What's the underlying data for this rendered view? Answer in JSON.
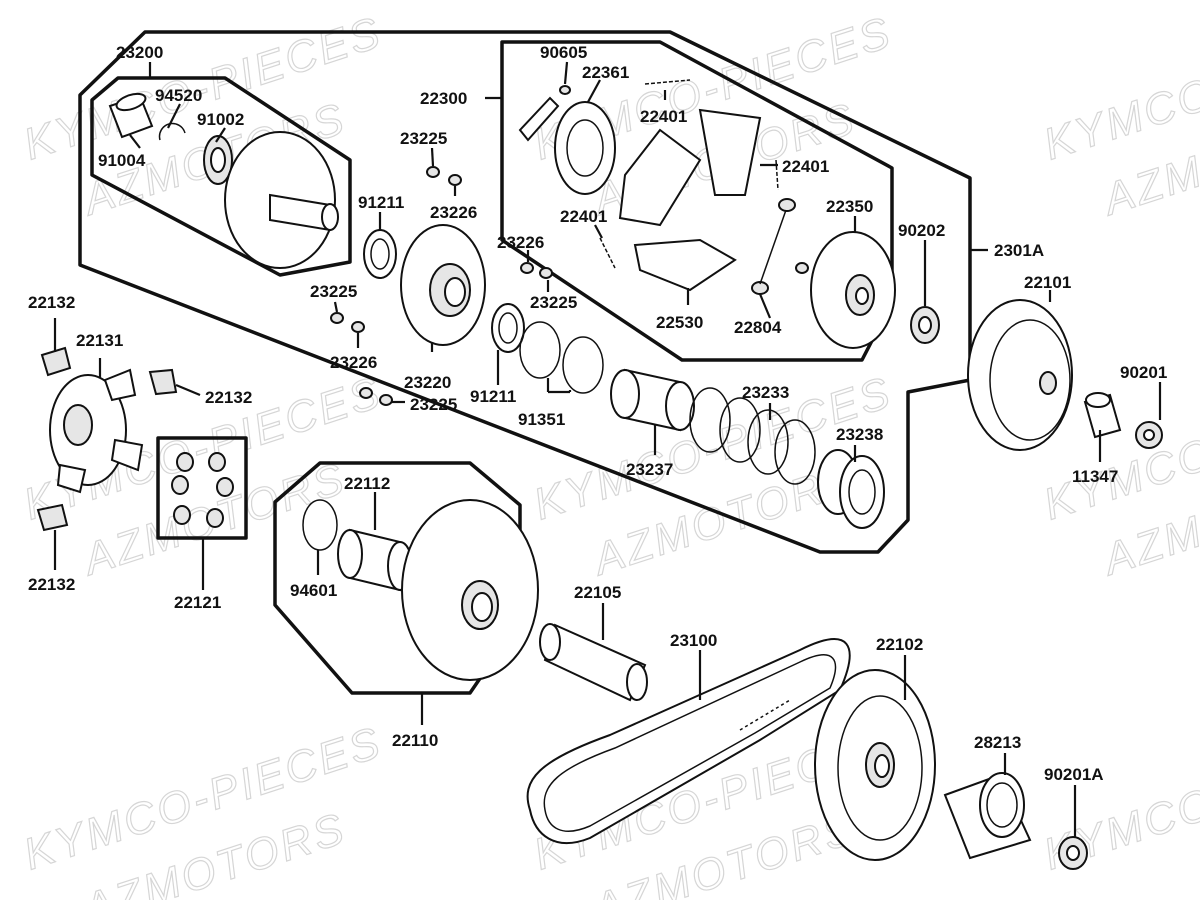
{
  "watermark": {
    "line1": "KYMCO-PIECES",
    "line2": "AZMOTORS"
  },
  "labels": {
    "p23200": "23200",
    "p94520": "94520",
    "p91002": "91002",
    "p91004": "91004",
    "p23225_a": "23225",
    "p23226_a": "23226",
    "p91211_a": "91211",
    "p22300": "22300",
    "p90605": "90605",
    "p22361": "22361",
    "p22401_a": "22401",
    "p22401_b": "22401",
    "p22401_c": "22401",
    "p22350": "22350",
    "p90202": "90202",
    "p2301A": "2301A",
    "p22101": "22101",
    "p23226_b": "23226",
    "p23225_b": "23225",
    "p22530": "22530",
    "p22804": "22804",
    "p22132_a": "22132",
    "p22131": "22131",
    "p23225_c": "23225",
    "p23226_c": "23226",
    "p23220": "23220",
    "p22132_b": "22132",
    "p23225_d": "23225",
    "p91211_b": "91211",
    "p91351": "91351",
    "p23233": "23233",
    "p23238": "23238",
    "p90201": "90201",
    "p23237": "23237",
    "p11347": "11347",
    "p22112": "22112",
    "p22132_c": "22132",
    "p22121": "22121",
    "p94601": "94601",
    "p22105": "22105",
    "p23100": "23100",
    "p22102": "22102",
    "p22110": "22110",
    "p28213": "28213",
    "p90201A": "90201A"
  }
}
